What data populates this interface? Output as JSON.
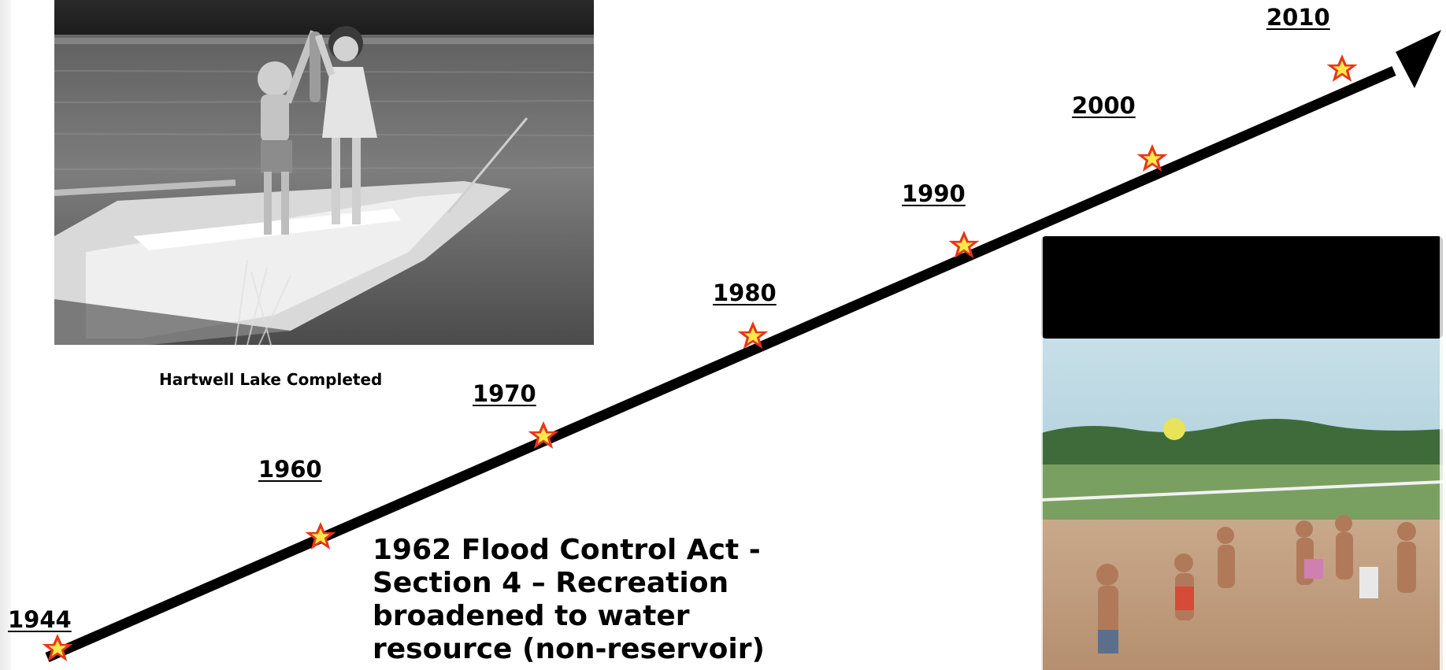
{
  "timeline": {
    "years": [
      "1944",
      "1960",
      "1970",
      "1980",
      "1990",
      "2000",
      "2010"
    ]
  },
  "photos": {
    "top_left_caption": "Hartwell Lake Completed"
  },
  "annotation": {
    "lines": [
      "1962 Flood Control Act  -",
      "Section 4 – Recreation",
      "broadened to water",
      "resource (non-reservoir)"
    ]
  },
  "colors": {
    "arrow": "#000000",
    "star_outer": "#e8351c",
    "star_inner": "#ffe94a"
  }
}
